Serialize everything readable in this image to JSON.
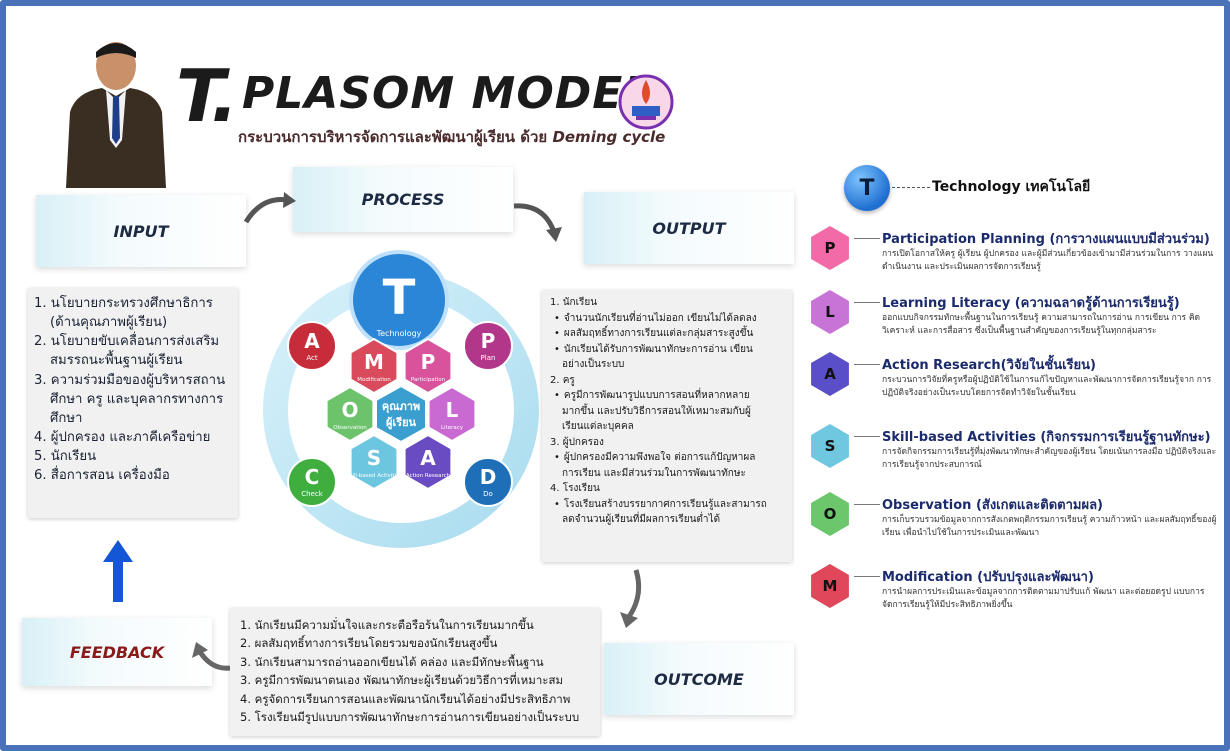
{
  "header": {
    "title_t": "T.",
    "title_rest": "PLASOM MODEL",
    "subtitle_prefix": "กระบวนการบริหารจัดการและพัฒนาผู้เรียน ด้วย ",
    "subtitle_em": "Deming cycle"
  },
  "banners": {
    "input": "INPUT",
    "process": "PROCESS",
    "output": "OUTPUT",
    "feedback": "FEEDBACK",
    "outcome": "OUTCOME"
  },
  "input_items": [
    "1. นโยบายกระทรวงศึกษาธิการ",
    "   (ด้านคุณภาพผู้เรียน)",
    "2. นโยบายขับเคลื่อนการส่งเสริม",
    "   สมรรถนะพื้นฐานผู้เรียน",
    "3. ความร่วมมือของผู้บริหารสถาน",
    "   ศึกษา ครู และบุคลากรทางการ",
    "   ศึกษา",
    "4. ผู้ปกครอง และภาคีเครือข่าย",
    "5. นักเรียน",
    "6. สื่อการสอน เครื่องมือ"
  ],
  "output": {
    "h1": "1. นักเรียน",
    "s1": [
      "จำนวนนักเรียนที่อ่านไม่ออก เขียนไม่ได้ลดลง",
      "ผลสัมฤทธิ์ทางการเรียนแต่ละกลุ่มสาระสูงขึ้น",
      "นักเรียนได้รับการพัฒนาทักษะการอ่าน เขียน",
      "อย่างเป็นระบบ"
    ],
    "h2": "2. ครู",
    "s2": [
      "ครูมีการพัฒนารูปแบบการสอนที่หลากหลาย",
      "มากขึ้น และปรับวิธีการสอนให้เหมาะสมกับผู้",
      "เรียนแต่ละบุคคล"
    ],
    "h3": "3. ผู้ปกครอง",
    "s3": [
      "ผู้ปกครองมีความพึงพอใจ ต่อการแก้ปัญหาผล",
      "การเรียน และมีส่วนร่วมในการพัฒนาทักษะ"
    ],
    "h4": "4. โรงเรียน",
    "s4": [
      "โรงเรียนสร้างบรรยากาศการเรียนรู้และสามารถ",
      "ลดจำนวนผู้เรียนที่มีผลการเรียนต่ำได้"
    ]
  },
  "outcome_items": [
    "1. นักเรียนมีความมั่นใจและกระตือรือร้นในการเรียนมากขึ้น",
    "2. ผลสัมฤทธิ์ทางการเรียนโดยรวมของนักเรียนสูงขึ้น",
    "3. นักเรียนสามารถอ่านออกเขียนได้ คล่อง และมีทักษะพื้นฐาน",
    "3. ครูมีการพัฒนาตนเอง พัฒนาทักษะผู้เรียนด้วยวิธีการที่เหมาะสม",
    "4. ครูจัดการเรียนการสอนและพัฒนานักเรียนได้อย่างมีประสิทธิภาพ",
    "5. โรงเรียนมีรูปแบบการพัฒนาทักษะการอ่านการเขียนอย่างเป็นระบบ"
  ],
  "cycle": {
    "top_letter": "T",
    "top_label": "Technology",
    "center_line1": "คุณภาพ",
    "center_line2": "ผู้เรียน",
    "pdca": [
      {
        "letter": "P",
        "label": "Plan",
        "color": "#b2378a"
      },
      {
        "letter": "D",
        "label": "Do",
        "color": "#1e6fb8"
      },
      {
        "letter": "C",
        "label": "Check",
        "color": "#3fae3f"
      },
      {
        "letter": "A",
        "label": "Act",
        "color": "#c72c3a"
      }
    ],
    "hexes": [
      {
        "letter": "M",
        "label": "Modification",
        "color": "#d94a5c"
      },
      {
        "letter": "P",
        "label": "Participation",
        "color": "#d9529c"
      },
      {
        "letter": "O",
        "label": "Observation",
        "color": "#6cc36c"
      },
      {
        "letter": "L",
        "label": "Literacy",
        "color": "#c86ad2"
      },
      {
        "letter": "S",
        "label": "Skill-based Activities",
        "color": "#6dc6e0"
      },
      {
        "letter": "A",
        "label": "Action Research",
        "color": "#6a4cc2"
      }
    ]
  },
  "tech": {
    "letter": "T",
    "label": "Technology เทคโนโลยี"
  },
  "model_items": [
    {
      "letter": "P",
      "color": "#f26aa8",
      "title": "Participation Planning (การวางแผนแบบมีส่วนร่วม)",
      "desc": "การเปิดโอกาสให้ครู ผู้เรียน ผู้ปกครอง และผู้มีส่วนเกี่ยวข้องเข้ามามีส่วนร่วมในการ วางแผน ดำเนินงาน และประเมินผลการจัดการเรียนรู้"
    },
    {
      "letter": "L",
      "color": "#c874d6",
      "title": "Learning Literacy  (ความฉลาดรู้ด้านการเรียนรู้)",
      "desc": "ออกแบบกิจกรรมทักษะพื้นฐานในการเรียนรู้ ความสามารถในการอ่าน การเขียน การ คิดวิเคราะห์ และการสื่อสาร ซึ่งเป็นพื้นฐานสำคัญของการเรียนรู้ในทุกกลุ่มสาระ"
    },
    {
      "letter": "A",
      "color": "#5a4fc8",
      "title": "Action Research(วิจัยในชั้นเรียน)",
      "desc": "กระบวนการวิจัยที่ครูหรือผู้ปฏิบัติใช้ในการแก้ไขปัญหาและพัฒนาการจัดการเรียนรู้จาก การปฏิบัติจริงอย่างเป็นระบบโดยการจัดทำวิจัยในชั้นเรียน"
    },
    {
      "letter": "S",
      "color": "#6fc8e0",
      "title": "Skill-based Activities (กิจกรรมการเรียนรู้ฐานทักษะ)",
      "desc": "การจัดกิจกรรมการเรียนรู้ที่มุ่งพัฒนาทักษะสำคัญของผู้เรียน โดยเน้นการลงมือ ปฏิบัติจริงและการเรียนรู้จากประสบการณ์"
    },
    {
      "letter": "O",
      "color": "#6cc66c",
      "title": "Observation (สังเกตและติดตามผล)",
      "desc": "การเก็บรวบรวมข้อมูลจากการสังเกตพฤติกรรมการเรียนรู้ ความก้าวหน้า และผลสัมฤทธิ์ของผู้เรียน เพื่อนำไปใช้ในการประเมินและพัฒนา"
    },
    {
      "letter": "M",
      "color": "#e0475a",
      "title": "Modification (ปรับปรุงและพัฒนา)",
      "desc": "การนำผลการประเมินและข้อมูลจากการติดตามมาปรับแก้ พัฒนา และต่อยอดรูป แบบการจัดการเรียนรู้ให้มีประสิทธิภาพยิ่งขึ้น"
    }
  ]
}
